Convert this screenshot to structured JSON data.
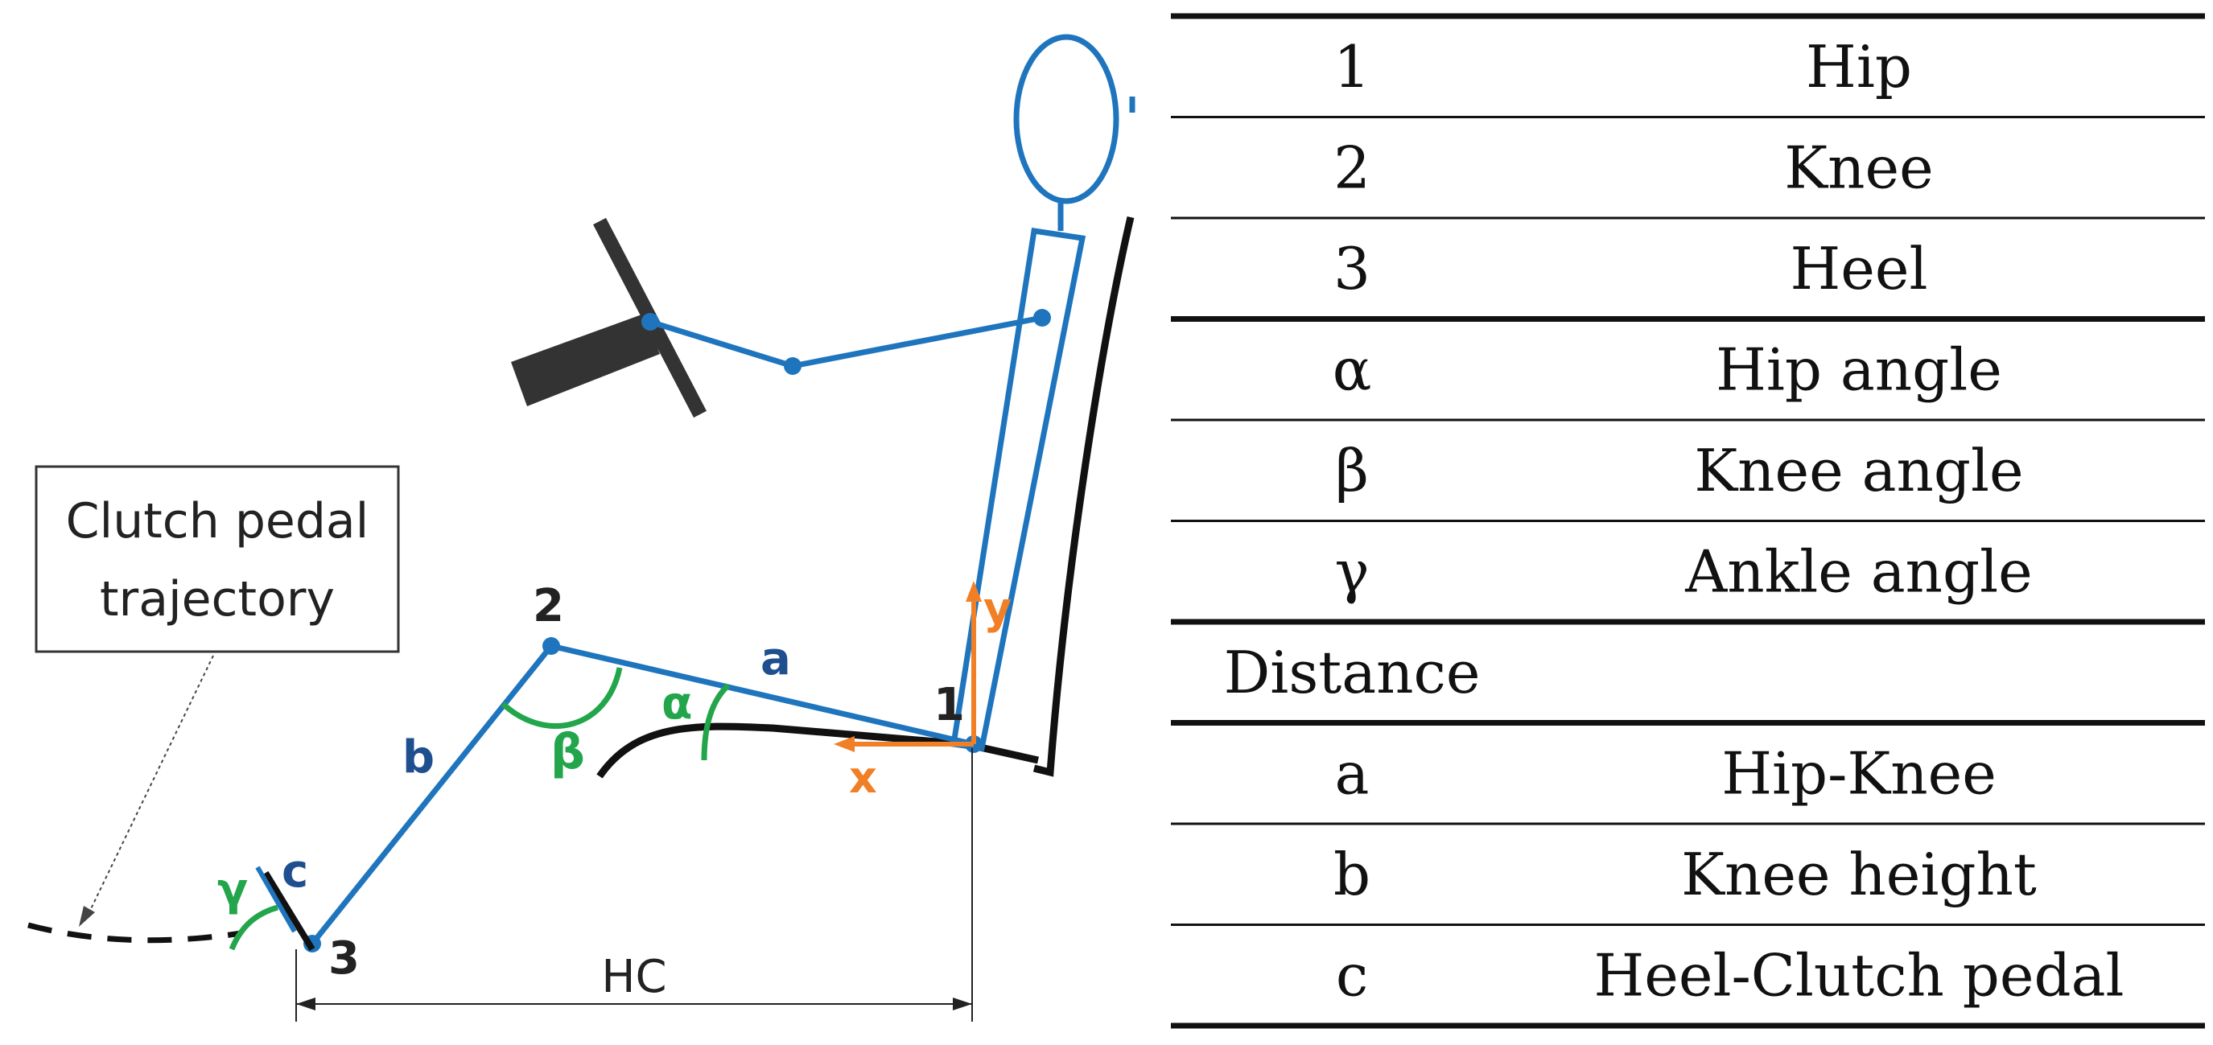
{
  "diagram": {
    "callout": {
      "line1": "Clutch pedal",
      "line2": "trajectory"
    },
    "points": {
      "hip": "1",
      "knee": "2",
      "heel": "3"
    },
    "segments": {
      "a": "a",
      "b": "b",
      "c": "c"
    },
    "angles": {
      "alpha": "α",
      "beta": "β",
      "gamma": "γ"
    },
    "axes": {
      "x": "x",
      "y": "y"
    },
    "dimension": "HC",
    "colors": {
      "body": "#1f75bd",
      "angle": "#22a54b",
      "axis": "#f07f25",
      "seat": "#111111",
      "wheel": "#333333"
    }
  },
  "legend": {
    "rows": [
      {
        "sym": "1",
        "desc": "Hip"
      },
      {
        "sym": "2",
        "desc": "Knee"
      },
      {
        "sym": "3",
        "desc": "Heel"
      },
      {
        "sym": "α",
        "desc": "Hip angle"
      },
      {
        "sym": "β",
        "desc": "Knee angle"
      },
      {
        "sym": "γ",
        "desc": "Ankle angle"
      },
      {
        "sym": "Distance",
        "desc": ""
      },
      {
        "sym": "a",
        "desc": "Hip-Knee"
      },
      {
        "sym": "b",
        "desc": "Knee height"
      },
      {
        "sym": "c",
        "desc": "Heel-Clutch pedal"
      }
    ]
  }
}
